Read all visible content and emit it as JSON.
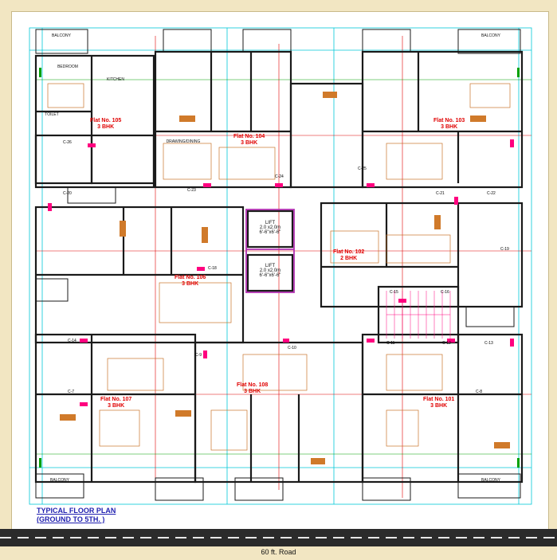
{
  "caption": {
    "line1": "TYPICAL FLOOR PLAN",
    "line2": "(GROUND TO 5TH. )"
  },
  "road": {
    "label": "60 ft. Road"
  },
  "flats": [
    {
      "no": "Flat No. 105",
      "type": "3 BHK"
    },
    {
      "no": "Flat No. 104",
      "type": "3 BHK"
    },
    {
      "no": "Flat No. 103",
      "type": "3 BHK"
    },
    {
      "no": "Flat No. 106",
      "type": "3 BHK"
    },
    {
      "no": "Flat No. 102",
      "type": "2 BHK"
    },
    {
      "no": "Flat No. 107",
      "type": "3 BHK"
    },
    {
      "no": "Flat No. 108",
      "type": "3 BHK"
    },
    {
      "no": "Flat No. 101",
      "type": "3 BHK"
    }
  ],
  "rooms": {
    "lift1": {
      "name": "LIFT",
      "size": "2.0 x2.0m",
      "ft": "6'-6\"x6'-6\""
    },
    "lift2": {
      "name": "LIFT",
      "size": "2.0 x2.0m",
      "ft": "6'-6\"x6'-6\""
    },
    "balcony_tl": "BALCONY",
    "balcony_tr": "BALCONY",
    "balcony_bl": "BALCONY",
    "balcony_br": "BALCONY",
    "bedroom": "BEDROOM",
    "kitchen": "KITCHEN",
    "toilet": "TOILET",
    "drawing": "DRAWING/DINING"
  },
  "columns": [
    "C-26",
    "C-20",
    "C-23",
    "C-24",
    "C-25",
    "C-21",
    "C-22",
    "C-19",
    "C-18",
    "C-15",
    "C-16",
    "C-14",
    "C-11",
    "C-12",
    "C-13",
    "C-10",
    "C-9",
    "C-7",
    "C-8"
  ],
  "colors": {
    "wall": "#1a1a1a",
    "grid_cyan": "#00c8d8",
    "grid_red": "#e00000",
    "grid_green": "#00a000",
    "door_pink": "#ff007f",
    "furniture": "#c8742a",
    "lift": "#b030b0"
  }
}
